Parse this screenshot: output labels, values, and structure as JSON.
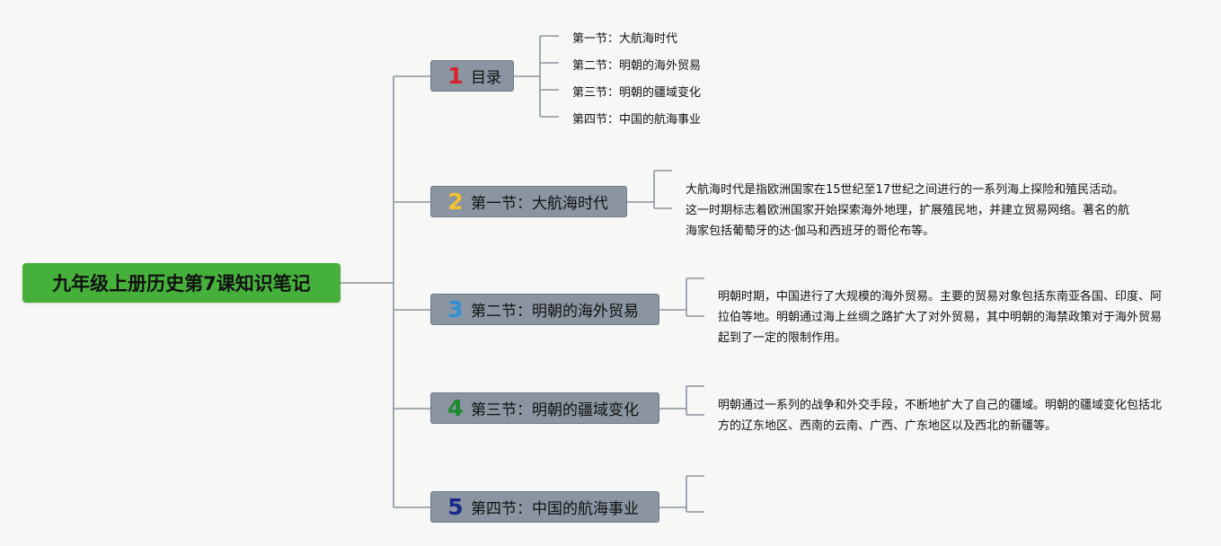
{
  "root": {
    "title": "九年级上册历史第7课知识笔记"
  },
  "branches": [
    {
      "number": "1",
      "label": "目录",
      "number_color": "#d8232a"
    },
    {
      "number": "2",
      "label": "第一节：大航海时代",
      "number_color": "#f2c233"
    },
    {
      "number": "3",
      "label": "第二节：明朝的海外贸易",
      "number_color": "#2e8fd6"
    },
    {
      "number": "4",
      "label": "第三节：明朝的疆域变化",
      "number_color": "#1f8a2d"
    },
    {
      "number": "5",
      "label": "第四节：中国的航海事业",
      "number_color": "#1b2a8a"
    }
  ],
  "toc": [
    "第一节：大航海时代",
    "第二节：明朝的海外贸易",
    "第三节：明朝的疆域变化",
    "第四节：中国的航海事业"
  ],
  "notes": {
    "section1": "大航海时代是指欧洲国家在15世纪至17世纪之间进行的一系列海上探险和殖民活动。这一时期标志着欧洲国家开始探索海外地理，扩展殖民地，并建立贸易网络。著名的航海家包括葡萄牙的达·伽马和西班牙的哥伦布等。",
    "section2": "明朝时期，中国进行了大规模的海外贸易。主要的贸易对象包括东南亚各国、印度、阿拉伯等地。明朝通过海上丝绸之路扩大了对外贸易，其中明朝的海禁政策对于海外贸易起到了一定的限制作用。",
    "section3": "明朝通过一系列的战争和外交手段，不断地扩大了自己的疆域。明朝的疆域变化包括北方的辽东地区、西南的云南、广西、广东地区以及西北的新疆等。"
  },
  "colors": {
    "root_bg": "#45b13b",
    "branch_bg": "#8a95a1",
    "connector": "#8a95a1"
  }
}
